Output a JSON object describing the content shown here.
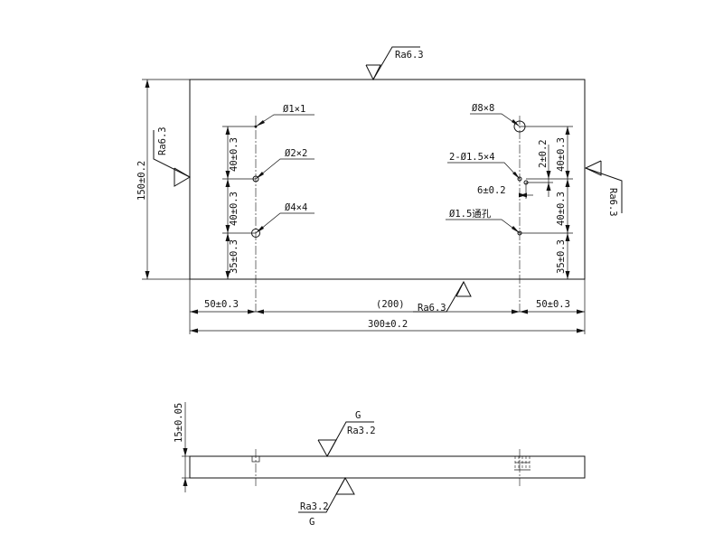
{
  "top_view": {
    "roughness_top": "Ra6.3",
    "roughness_left": "Ra6.3",
    "roughness_right": "Ra6.3",
    "roughness_bottom": "Ra6.3",
    "height_dim": "150±0.2",
    "width_dim": "300±0.2",
    "left_offset_dim": "50±0.3",
    "center_dim": "(200)",
    "right_offset_dim": "50±0.3",
    "left_dims": [
      "40±0.3",
      "40±0.3",
      "35±0.3"
    ],
    "right_dims": [
      "40±0.3",
      "40±0.3",
      "35±0.3"
    ],
    "small_dim": "2±0.2",
    "six_dim": "6±0.2",
    "hole_labels": {
      "d1": "Ø1×1",
      "d2": "Ø2×2",
      "d4": "Ø4×4",
      "d8": "Ø8×8",
      "d15x4": "2-Ø1.5×4",
      "d15_through": "Ø1.5通孔"
    }
  },
  "side_view": {
    "thickness_dim": "15±0.05",
    "top_roughness": {
      "grade": "G",
      "value": "Ra3.2"
    },
    "bottom_roughness": {
      "grade": "G",
      "value": "Ra3.2"
    }
  }
}
